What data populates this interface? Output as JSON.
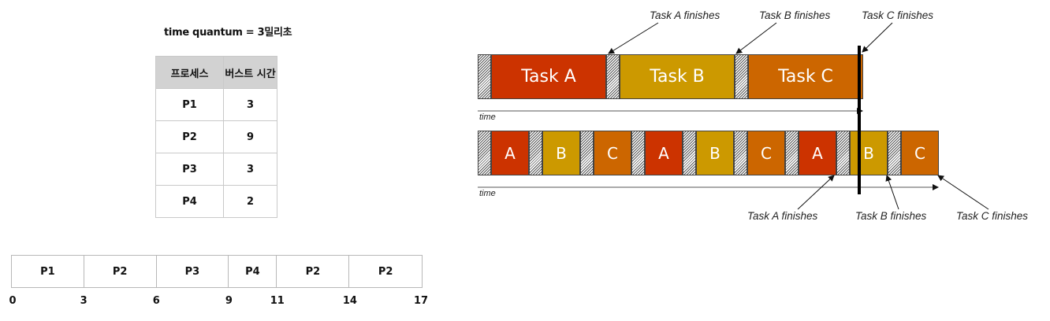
{
  "quantum_label": "time quantum = 3밀리초",
  "table": {
    "headers": [
      "프로세스",
      "버스트 시간"
    ],
    "rows": [
      {
        "process": "P1",
        "burst": "3"
      },
      {
        "process": "P2",
        "burst": "9"
      },
      {
        "process": "P3",
        "burst": "3"
      },
      {
        "process": "P4",
        "burst": "2"
      }
    ]
  },
  "gantt": {
    "segments": [
      {
        "label": "P1",
        "start": 0,
        "end": 3
      },
      {
        "label": "P2",
        "start": 3,
        "end": 6
      },
      {
        "label": "P3",
        "start": 6,
        "end": 9
      },
      {
        "label": "P4",
        "start": 9,
        "end": 11
      },
      {
        "label": "P2",
        "start": 11,
        "end": 14
      },
      {
        "label": "P2",
        "start": 14,
        "end": 17
      }
    ],
    "ticks": [
      "0",
      "3",
      "6",
      "9",
      "11",
      "14",
      "17"
    ]
  },
  "timeline": {
    "sequential": {
      "tasks": [
        {
          "label": "Task A",
          "color": "#cc3300"
        },
        {
          "label": "Task B",
          "color": "#cc9900"
        },
        {
          "label": "Task C",
          "color": "#cc6600"
        }
      ],
      "annotations": [
        "Task A finishes",
        "Task B finishes",
        "Task C finishes"
      ],
      "axis_label": "time"
    },
    "round_robin": {
      "slices": [
        {
          "label": "A",
          "color": "#cc3300"
        },
        {
          "label": "B",
          "color": "#cc9900"
        },
        {
          "label": "C",
          "color": "#cc6600"
        },
        {
          "label": "A",
          "color": "#cc3300"
        },
        {
          "label": "B",
          "color": "#cc9900"
        },
        {
          "label": "C",
          "color": "#cc6600"
        },
        {
          "label": "A",
          "color": "#cc3300"
        },
        {
          "label": "B",
          "color": "#cc9900"
        },
        {
          "label": "C",
          "color": "#cc6600"
        }
      ],
      "annotations": [
        "Task A finishes",
        "Task B finishes",
        "Task C finishes"
      ],
      "axis_label": "time"
    }
  }
}
